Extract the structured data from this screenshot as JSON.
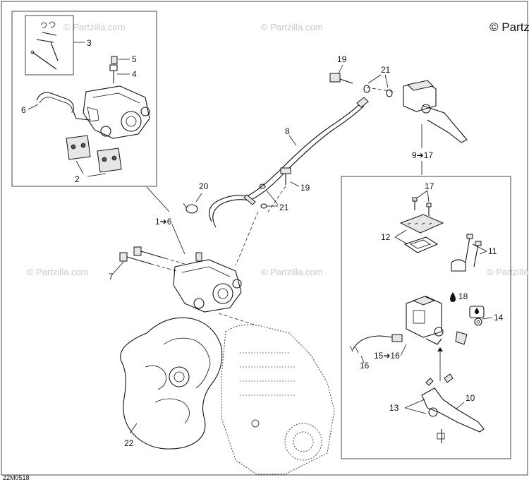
{
  "diagram": {
    "copyright": "© Partzilla.com",
    "watermark": "© Partzilla.com",
    "drawing_code": "22M0518"
  },
  "callouts": {
    "c1_6": "1➔6",
    "c2": "2",
    "c3": "3",
    "c4": "4",
    "c5": "5",
    "c6": "6",
    "c7": "7",
    "c8": "8",
    "c9_17": "9➔17",
    "c10": "10",
    "c11": "11",
    "c12": "12",
    "c13": "13",
    "c14": "14",
    "c15_16": "15➔16",
    "c16": "16",
    "c17": "17",
    "c18": "18",
    "c19a": "19",
    "c19b": "19",
    "c20": "20",
    "c21a": "21",
    "c21b": "21",
    "c22": "22"
  },
  "icons": {
    "oil_drop": "oil-drop-icon",
    "grease": "grease-icon",
    "arrow": "arrow-right-icon"
  }
}
